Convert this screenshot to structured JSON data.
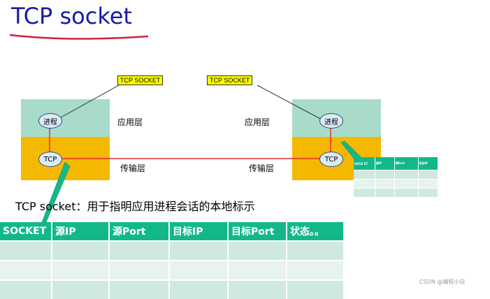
{
  "title": "TCP socket",
  "left_host": {
    "socket_label": "TCP SOCKET",
    "process": "进程",
    "tcp": "TCP",
    "app_layer": "应用层",
    "transport_layer": "传输层"
  },
  "right_host": {
    "socket_label": "TCP SOCKET",
    "process": "进程",
    "tcp": "TCP",
    "app_layer": "应用层",
    "transport_layer": "传输层"
  },
  "caption": "TCP socket：用于指明应用进程会话的本地标示",
  "big_table": {
    "headers": [
      "SOCKET",
      "源IP",
      "源Port",
      "目标IP",
      "目标Port",
      "状态。。"
    ]
  },
  "small_table": {
    "headers": [
      "SOCK ET",
      "源IP",
      "源Port",
      "目标IP",
      ""
    ]
  },
  "watermark": "CSDN @编程小白",
  "colors": {
    "app_layer": "#a8dcc8",
    "transport_layer": "#f5b800",
    "connection_line": "#e03030",
    "table_header": "#13b88a",
    "title": "#1a1aa8"
  }
}
